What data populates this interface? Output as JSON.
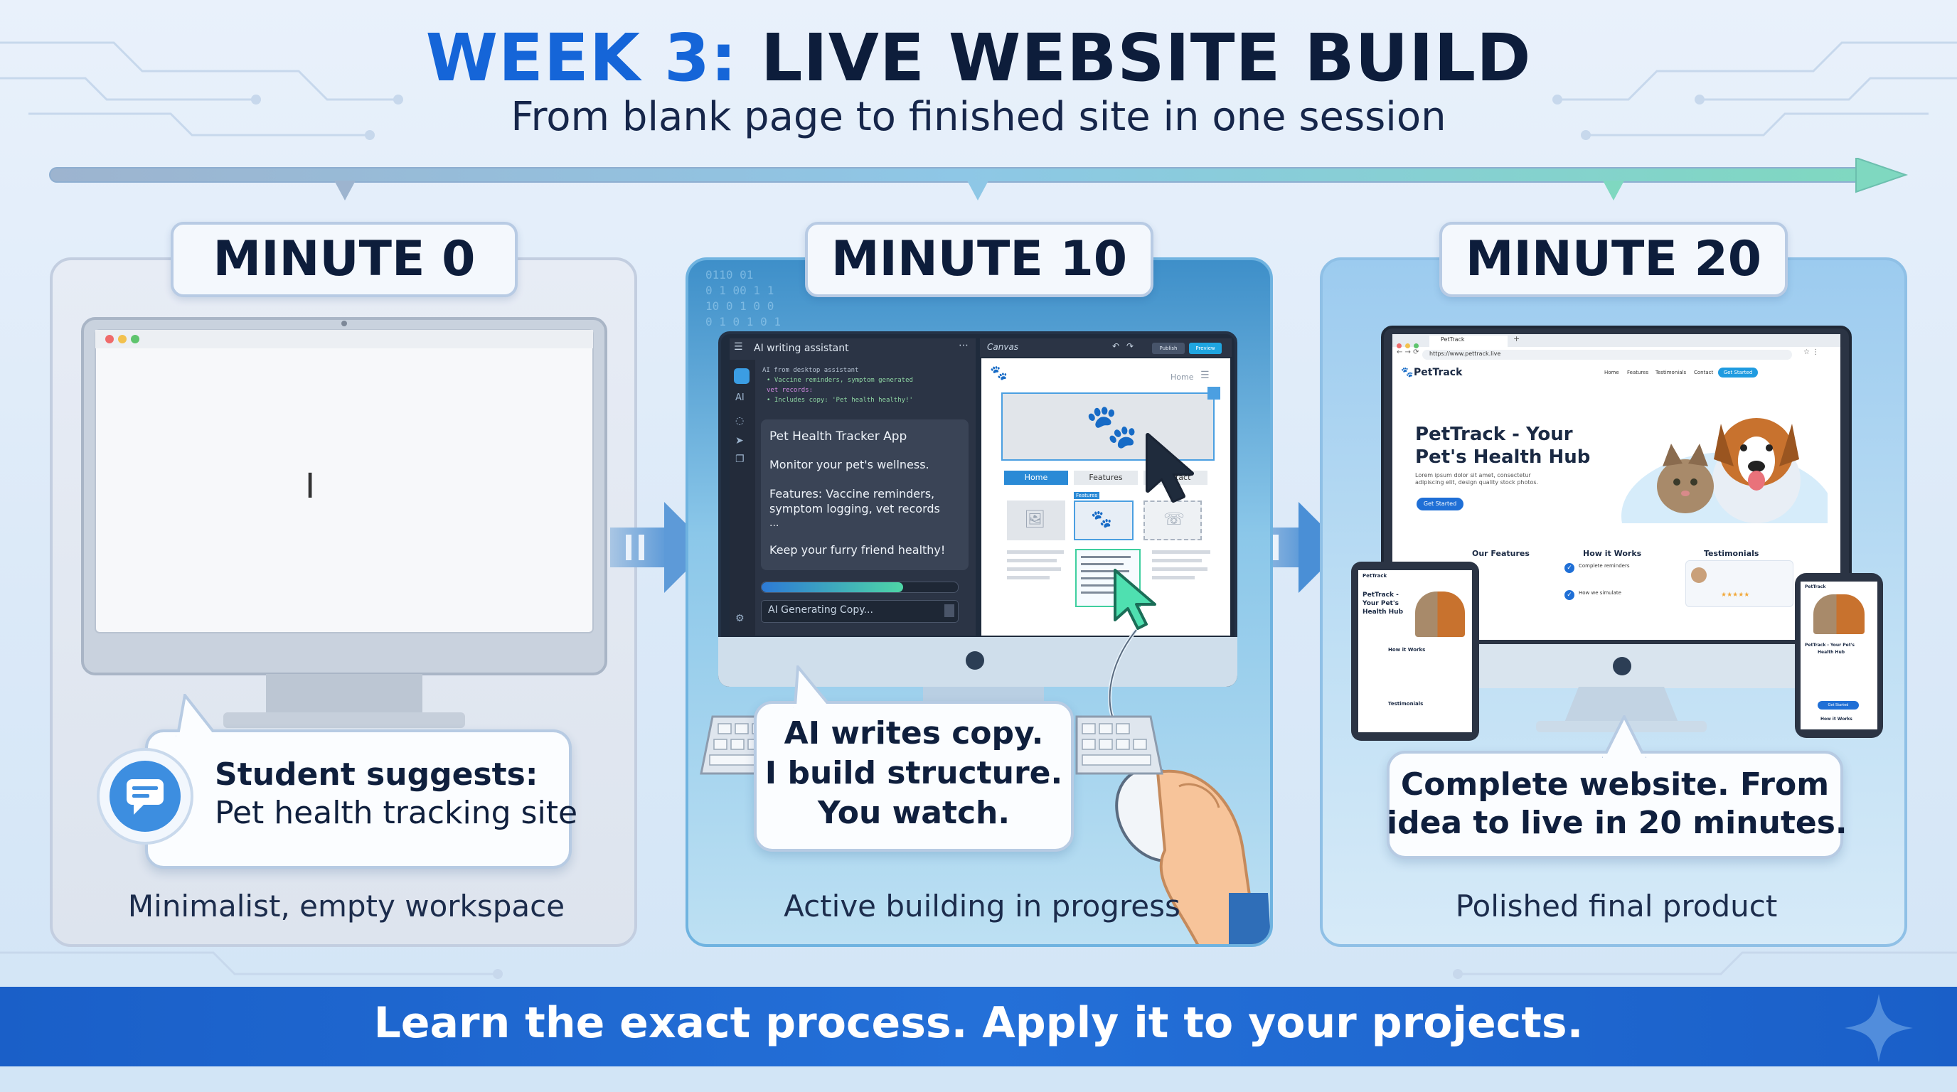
{
  "title": {
    "accent": "WEEK 3:",
    "rest": "LIVE WEBSITE BUILD"
  },
  "subtitle": "From blank page to finished site in one session",
  "stages": [
    {
      "label": "MINUTE 0",
      "caption": "Minimalist, empty workspace",
      "bubble": {
        "bold": "Student suggests:",
        "text": "Pet health tracking site"
      }
    },
    {
      "label": "MINUTE 10",
      "caption": "Active building in progress",
      "bubble": {
        "lines": [
          "AI writes copy.",
          "I build structure.",
          "You watch."
        ]
      }
    },
    {
      "label": "MINUTE 20",
      "caption": "Polished final product",
      "bubble": {
        "lines": [
          "Complete website. From",
          "idea to live in 20 minutes."
        ]
      }
    }
  ],
  "editor": {
    "panel_title": "AI writing assistant",
    "code_lines": [
      "AI from desktop assistant",
      "• Vaccine reminders, symptom generated",
      "vet records:",
      "• Includes copy: 'Pet health healthy!'"
    ],
    "side_icons": [
      "AI"
    ],
    "card_lines": [
      "Pet Health Tracker App",
      "Monitor your pet's wellness.",
      "Features: Vaccine reminders, symptom logging, vet records",
      "...",
      "Keep your furry friend healthy!"
    ],
    "status": "AI Generating Copy...",
    "progress": 0.72,
    "canvas_title": "Canvas",
    "canvas_btn1": "Publish",
    "canvas_btn2": "Preview",
    "canvas_nav": "Home",
    "tabs": [
      "Home",
      "Features",
      "Contact"
    ],
    "feature_tag": "Features"
  },
  "site": {
    "tab_title": "PetTrack",
    "url": "https://www.pettrack.live",
    "brand": "PetTrack",
    "nav": [
      "Home",
      "Features",
      "Testimonials",
      "Contact"
    ],
    "cta_nav": "Get Started",
    "hero_title": [
      "PetTrack - Your",
      "Pet's Health Hub"
    ],
    "hero_text": [
      "Lorem ipsum dolor sit amet, consectetur",
      "adipiscing elit, design quality stock photos."
    ],
    "hero_cta": "Get Started",
    "sections": [
      "Our Features",
      "How it Works",
      "Testimonials"
    ],
    "how_items": [
      "Complete reminders",
      "How we simulate"
    ],
    "stars": "★★★★★",
    "tablet_title": [
      "PetTrack -",
      "Your Pet's",
      "Health Hub"
    ],
    "tablet_section": "How it Works",
    "tablet_section2": "Testimonials",
    "phone_title": [
      "PetTrack - Your Pet's",
      "Health Hub"
    ],
    "phone_cta": "Get Started",
    "phone_section": "How it Works"
  },
  "banner": "Learn the exact process. Apply it to your projects.",
  "colors": {
    "accent": "#1565d8",
    "banner": "#1f66d0",
    "progress_start": "#2d7ad6",
    "progress_end": "#4ed6a6"
  }
}
